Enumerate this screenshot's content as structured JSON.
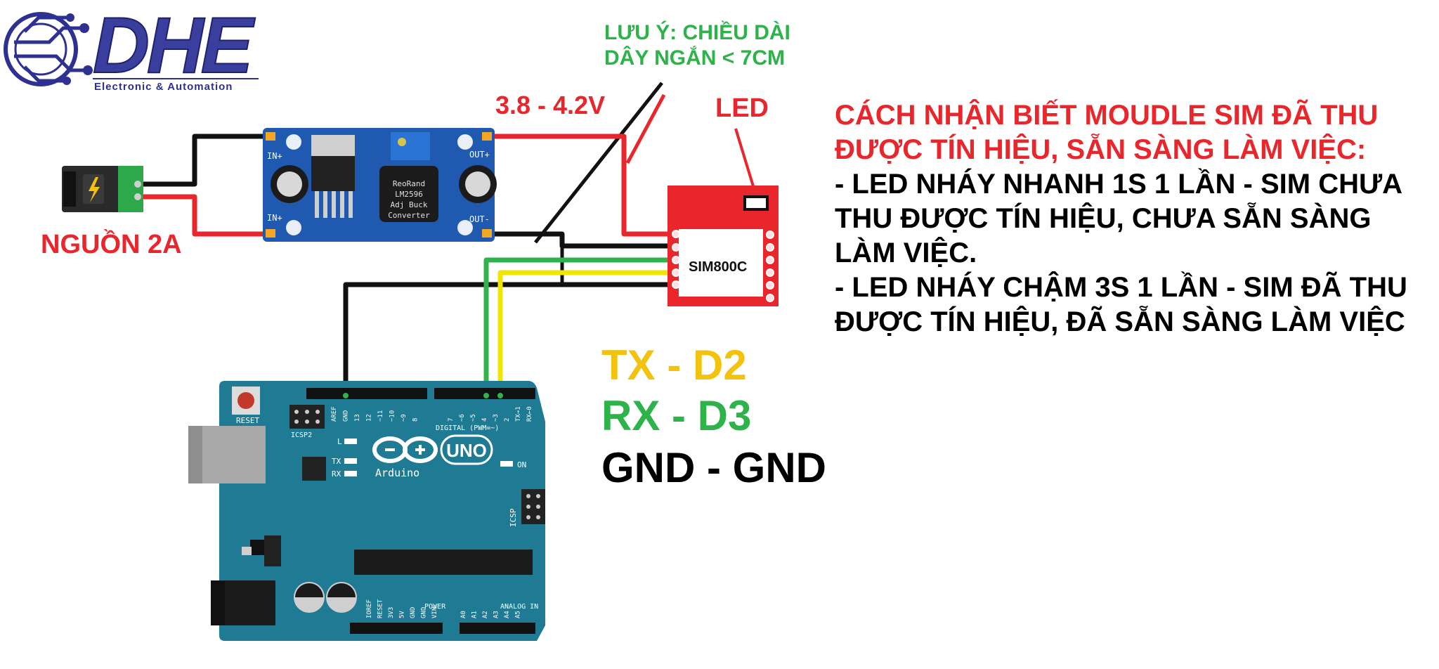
{
  "logo": {
    "text": "DHE",
    "subtitle": "Electronic & Automation"
  },
  "labels": {
    "note_line1": "LƯU Ý: CHIỀU DÀI",
    "note_line2": "DÂY NGẮN  < 7CM",
    "voltage": "3.8 - 4.2V",
    "led": "LED",
    "power": "NGUỒN 2A",
    "sim_module": "SIM800C",
    "tx": "TX - D2",
    "rx": "RX - D3",
    "gnd": "GND - GND"
  },
  "buck_module": {
    "line1": "ReoRand",
    "line2": "LM2596",
    "line3": "Adj Buck",
    "line4": "Converter",
    "in_plus_top": "IN+",
    "in_plus_bottom": "IN+",
    "out_plus": "OUT+",
    "out_minus": "OUT-"
  },
  "arduino": {
    "brand": "Arduino",
    "model": "UNO",
    "reset": "RESET",
    "icsp2": "ICSP2",
    "icsp": "ICSP",
    "led_l": "L",
    "led_tx": "TX",
    "led_rx": "RX",
    "on": "ON",
    "digital": "DIGITAL (PWM=~)",
    "power": "POWER",
    "analog": "ANALOG IN",
    "top_pins": [
      "AREF",
      "GND",
      "13",
      "12",
      "~11",
      "~10",
      "~9",
      "8",
      "7",
      "~6",
      "~5",
      "4",
      "~3",
      "2",
      "TX→1",
      "RX←0"
    ],
    "bottom_pins": [
      "IOREF",
      "RESET",
      "3V3",
      "5V",
      "GND",
      "GND",
      "VIN",
      "A0",
      "A1",
      "A2",
      "A3",
      "A4",
      "A5"
    ]
  },
  "notes": {
    "heading_line1": "CÁCH NHẬN BIẾT MOUDLE SIM ĐÃ THU",
    "heading_line2": "ĐƯỢC TÍN HIỆU, SẴN SÀNG LÀM VIỆC:",
    "item1": "- LED NHÁY NHANH 1S 1 LẦN - SIM CHƯA THU ĐƯỢC TÍN HIỆU, CHƯA SẴN SÀNG LÀM VIỆC.",
    "item2": "- LED NHÁY CHẬM 3S 1 LẦN - SIM ĐÃ THU ĐƯỢC TÍN HIỆU, ĐÃ SẴN SÀNG LÀM VIỆC"
  },
  "colors": {
    "red_text": "#e8262b",
    "green_text": "#2db34a",
    "yellow_text": "#f2c20c",
    "logo_blue": "#2e3192",
    "arduino_board": "#1f7a93",
    "buck_board": "#1f5ab0",
    "sim_board": "#e8262b",
    "wire_red": "#e8262b",
    "wire_black": "#111111",
    "wire_green": "#2fb34a",
    "wire_yellow": "#f2e600"
  }
}
